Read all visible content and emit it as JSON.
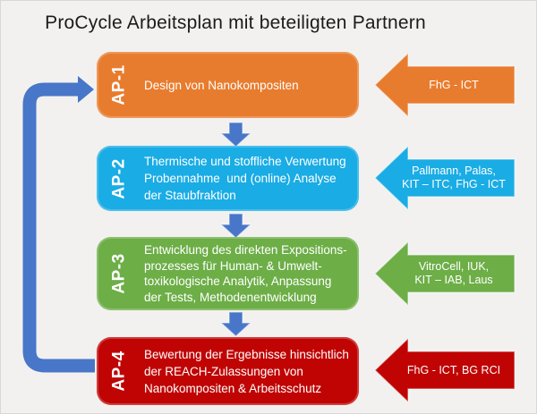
{
  "title": "ProCycle Arbeitsplan mit beteiligten Partnern",
  "colors": {
    "background": "#f2f1f0",
    "border": "#d8d8d8",
    "title_text": "#1b1b1b",
    "connector": "#4876c8",
    "box_text": "#ffffff",
    "orange": "#e87c2e",
    "cyan": "#1aace5",
    "green": "#6dae47",
    "red": "#c00404"
  },
  "work_packages": [
    {
      "id": "AP-1",
      "color": "#e87c2e",
      "description_lines": [
        "Design von Nanokompositen"
      ],
      "partner_lines": [
        "FhG - ICT"
      ]
    },
    {
      "id": "AP-2",
      "color": "#1aace5",
      "description_lines": [
        "Thermische und stoffliche Verwertung",
        "Probennahme  und (online) Analyse",
        "der Staubfraktion"
      ],
      "partner_lines": [
        "Pallmann, Palas,",
        "KIT – ITC, FhG - ICT"
      ]
    },
    {
      "id": "AP-3",
      "color": "#6dae47",
      "description_lines": [
        "Entwicklung des direkten Expositions-",
        "prozesses für Human- & Umwelt-",
        "toxikologische Analytik, Anpassung",
        "der Tests, Methodenentwicklung"
      ],
      "partner_lines": [
        "VitroCell, IUK,",
        "KIT – IAB, Laus"
      ]
    },
    {
      "id": "AP-4",
      "color": "#c00404",
      "description_lines": [
        "Bewertung der Ergebnisse hinsichtlich",
        "der REACH-Zulassungen von",
        "Nanokompositen & Arbeitsschutz"
      ],
      "partner_lines": [
        "FhG - ICT, BG RCI"
      ]
    }
  ]
}
